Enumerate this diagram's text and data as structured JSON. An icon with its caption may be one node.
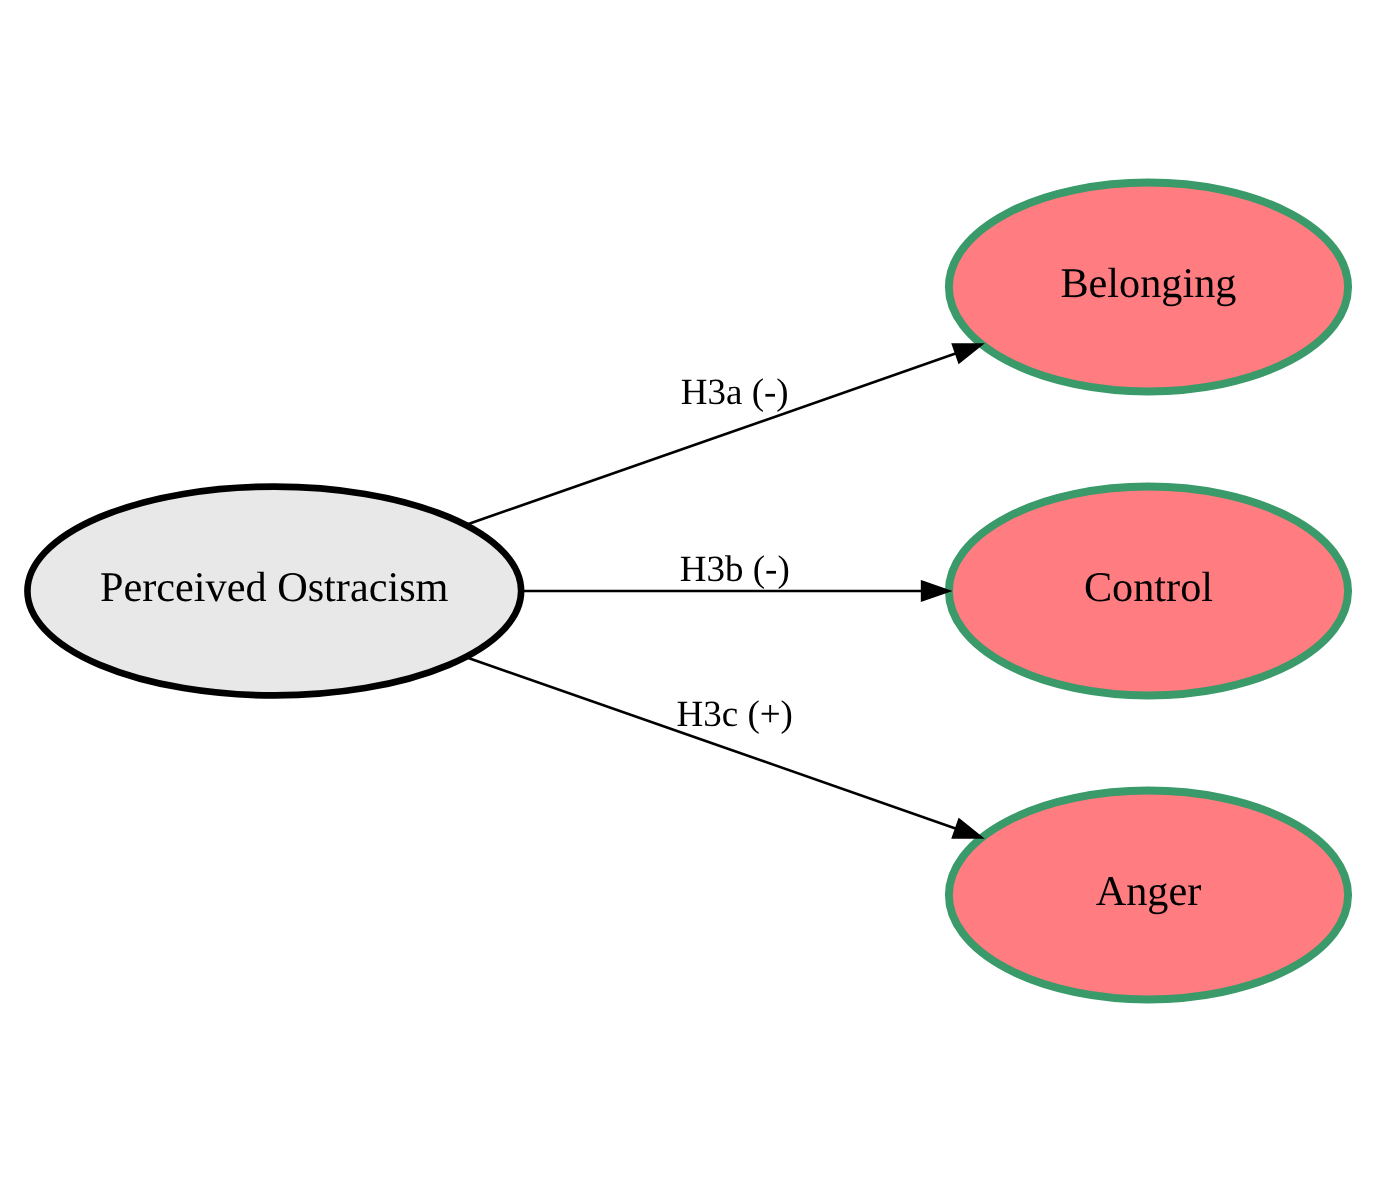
{
  "diagram": {
    "nodes": [
      {
        "text": [
          "Perceived Ostracism"
        ]
      },
      {
        "text": [
          "Belonging"
        ]
      },
      {
        "text": [
          "Control"
        ]
      },
      {
        "text": [
          "Anger"
        ]
      }
    ],
    "edges": [
      {
        "from": 0,
        "to": 1,
        "arrow": "to",
        "label": "H3a (-)"
      },
      {
        "from": 0,
        "to": 2,
        "arrow": "to",
        "label": "H3b (-)"
      },
      {
        "from": 0,
        "to": 3,
        "arrow": "to",
        "label": "H3c (+)"
      }
    ]
  }
}
